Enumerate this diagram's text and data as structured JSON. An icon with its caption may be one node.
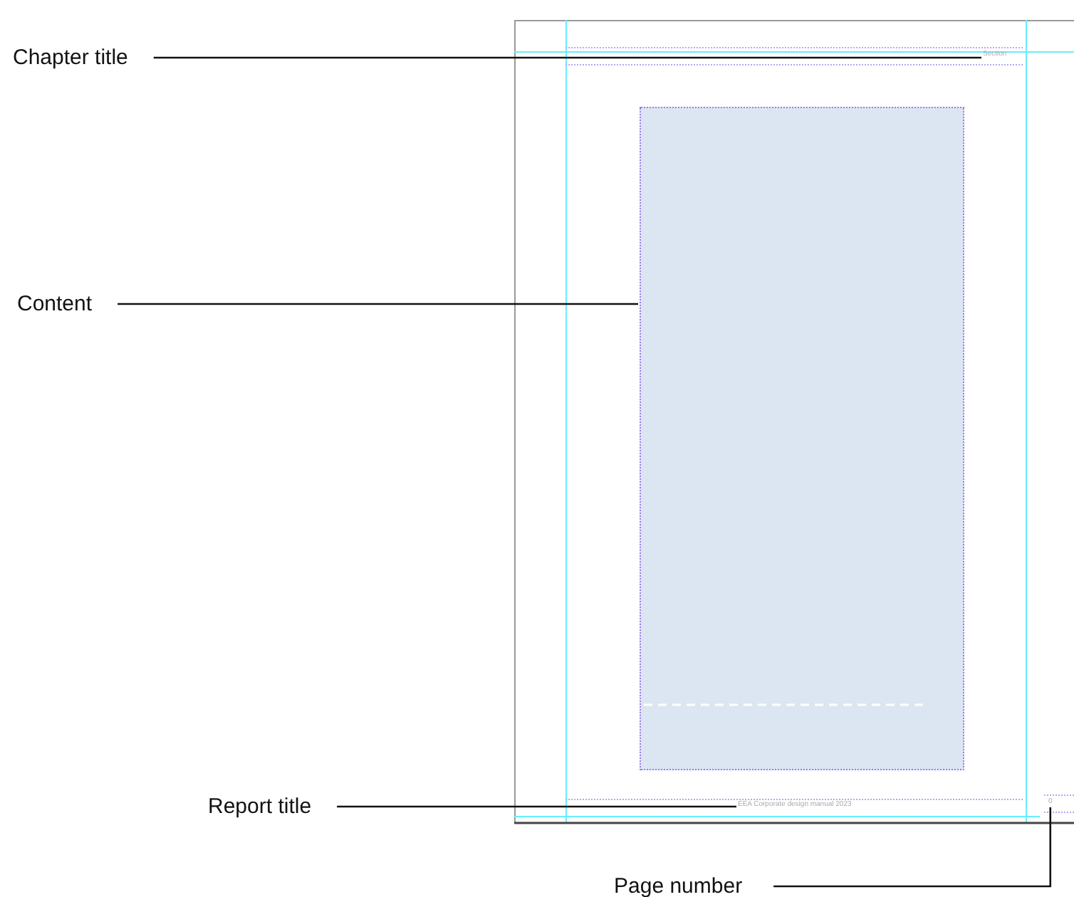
{
  "diagram": {
    "nodes": [
      {
        "text": [
          "Chapter title"
        ]
      },
      {
        "text": [
          "Section"
        ]
      },
      {
        "text": [
          "Content"
        ]
      },
      {
        "text": [],
        "shape": "box"
      },
      {
        "text": [
          "Report title"
        ]
      },
      {
        "text": [
          "EEA Corporate design manual 2023"
        ]
      },
      {
        "text": [
          "Page number"
        ]
      },
      {
        "text": [
          "0"
        ]
      }
    ],
    "edges": [
      {
        "from": 0,
        "to": 1,
        "arrow": "none"
      },
      {
        "from": 2,
        "to": 3,
        "arrow": "none"
      },
      {
        "from": 4,
        "to": 5,
        "arrow": "none"
      },
      {
        "from": 6,
        "to": 7,
        "arrow": "none"
      }
    ]
  }
}
